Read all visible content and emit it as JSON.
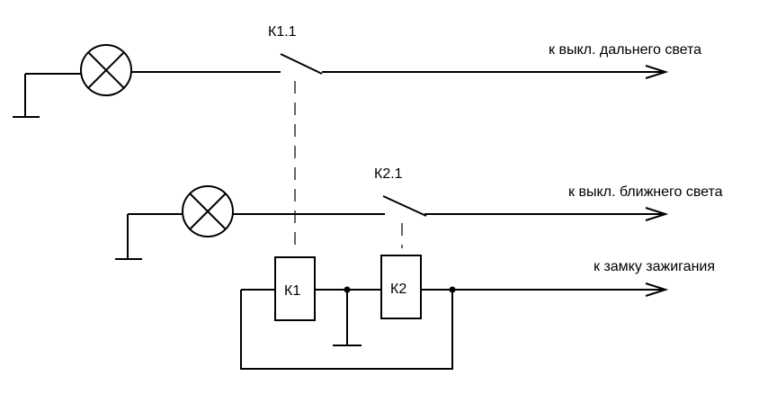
{
  "labels": {
    "switch_k1_1": "К1.1",
    "switch_k2_1": "К2.1",
    "relay_k1": "К1",
    "relay_k2": "К2"
  },
  "outputs": {
    "high_beam": "к выкл. дальнего света",
    "low_beam": "к выкл. ближнего света",
    "ignition": "к замку зажигания"
  }
}
